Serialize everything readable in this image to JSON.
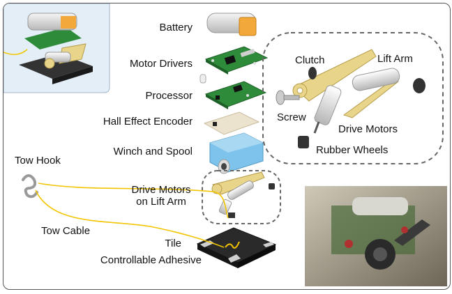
{
  "labels": {
    "battery": "Battery",
    "motor_drivers": "Motor Drivers",
    "processor": "Processor",
    "hall_effect_encoder": "Hall Effect Encoder",
    "winch_and_spool": "Winch and Spool",
    "drive_motors_lift_arm_1": "Drive Motors",
    "drive_motors_lift_arm_2": "on Lift Arm",
    "tile": "Tile",
    "controllable_adhesive": "Controllable Adhesive",
    "tow_hook": "Tow Hook",
    "tow_cable": "Tow Cable",
    "clutch": "Clutch",
    "lift_arm": "Lift Arm",
    "screw": "Screw",
    "drive_motors": "Drive Motors",
    "rubber_wheels": "Rubber Wheels"
  },
  "colors": {
    "pcb_green": "#2e8b3a",
    "arm_tan": "#e9d58a",
    "cable_yellow": "#f2c500",
    "spool_blue": "#7ec3ec",
    "tile_dark": "#2a2a2a",
    "inset_bg": "#e4eef7"
  }
}
